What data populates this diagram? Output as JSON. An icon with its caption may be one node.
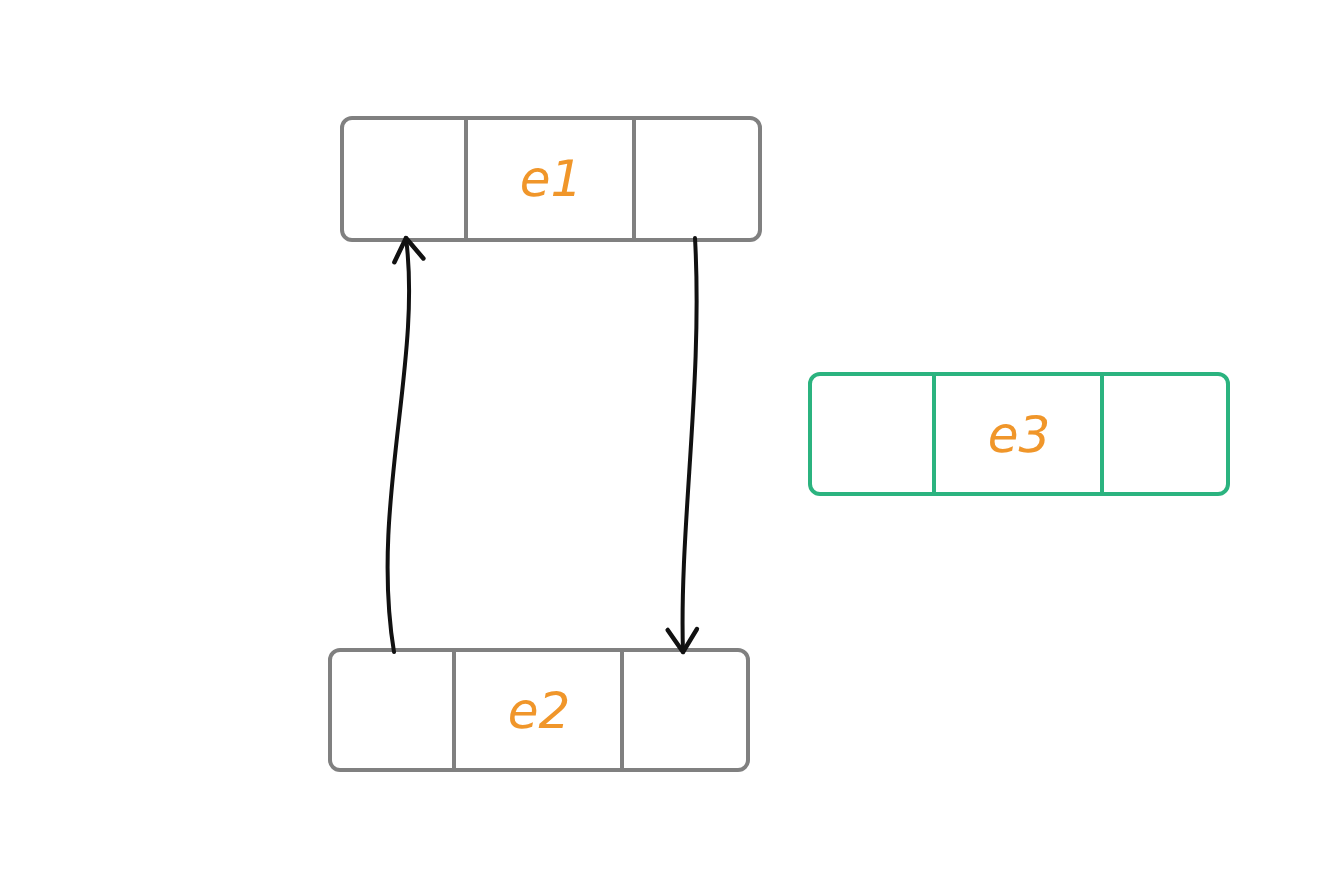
{
  "diagram": {
    "nodes": [
      {
        "text": [
          "e1"
        ]
      },
      {
        "text": [],
        "shape": "box",
        "in": 0
      },
      {
        "text": [],
        "shape": "box",
        "in": 0
      },
      {
        "text": [
          "e3"
        ]
      },
      {
        "text": [],
        "shape": "box",
        "in": 3
      },
      {
        "text": [],
        "shape": "box",
        "in": 3
      },
      {
        "text": [
          "e2"
        ]
      },
      {
        "text": [],
        "shape": "box",
        "in": 6
      },
      {
        "text": [],
        "shape": "box",
        "in": 6
      }
    ],
    "edges": [
      {
        "from": 2,
        "to": 8,
        "arrow": "to"
      },
      {
        "from": 7,
        "to": 1,
        "arrow": "to"
      }
    ]
  }
}
